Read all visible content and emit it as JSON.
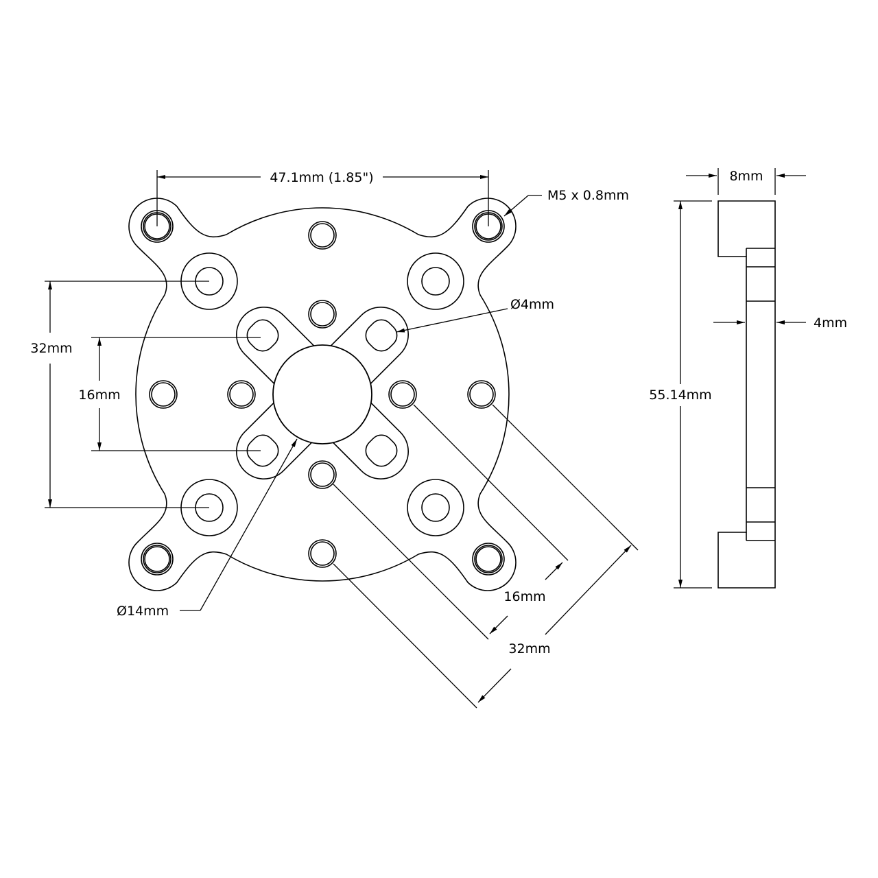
{
  "drawing": {
    "front_view": {
      "dimensions": {
        "bolt_span": "47.1mm (1.85\")",
        "thread": "M5 x 0.8mm",
        "outer_pattern_vertical": "32mm",
        "inner_pattern_vertical": "16mm",
        "slot_hole_diameter": "Ø4mm",
        "center_bore_diameter": "Ø14mm",
        "inner_pattern_diagonal": "16mm",
        "outer_pattern_diagonal": "32mm"
      }
    },
    "side_view": {
      "dimensions": {
        "total_thickness": "8mm",
        "plate_thickness": "4mm",
        "height": "55.14mm"
      }
    }
  }
}
